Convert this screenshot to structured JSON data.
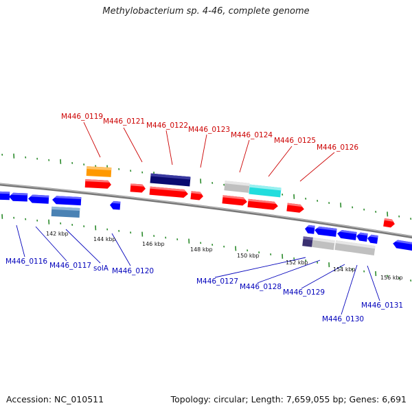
{
  "title": "Methylobacterium sp. 4-46, complete genome",
  "footer": {
    "accession": "Accession: NC_010511",
    "summary": "Topology: circular; Length: 7,659,055 bp; Genes: 6,691"
  },
  "colors": {
    "forward_gene": "#ff0000",
    "reverse_gene": "#0000ff",
    "backbone": "#888888",
    "tick_major": "#2a8a2a",
    "tick_minor": "#2a8a2a",
    "forward_label": "#cc0000",
    "reverse_label": "#0000bb",
    "feature_orange": "#ff9900",
    "feature_navy": "#0a0a70",
    "feature_cyan": "#22dddd",
    "feature_grey": "#c0c0c0",
    "feature_steelblue": "#4a82b4",
    "feature_darkpurple": "#3a3070"
  },
  "kbp_ticks": [
    "142 kbp",
    "144 kbp",
    "146 kbp",
    "148 kbp",
    "150 kbp",
    "152 kbp",
    "154 kbp",
    "156 kbp"
  ],
  "forward_labels": [
    "M446_0119",
    "M446_0121",
    "M446_0122",
    "M446_0123",
    "M446_0124",
    "M446_0125",
    "M446_0126"
  ],
  "reverse_labels": [
    "M446_0116",
    "M446_0117",
    "solA",
    "M446_0120",
    "M446_0127",
    "M446_0128",
    "M446_0129",
    "M446_0130",
    "M446_0131"
  ]
}
